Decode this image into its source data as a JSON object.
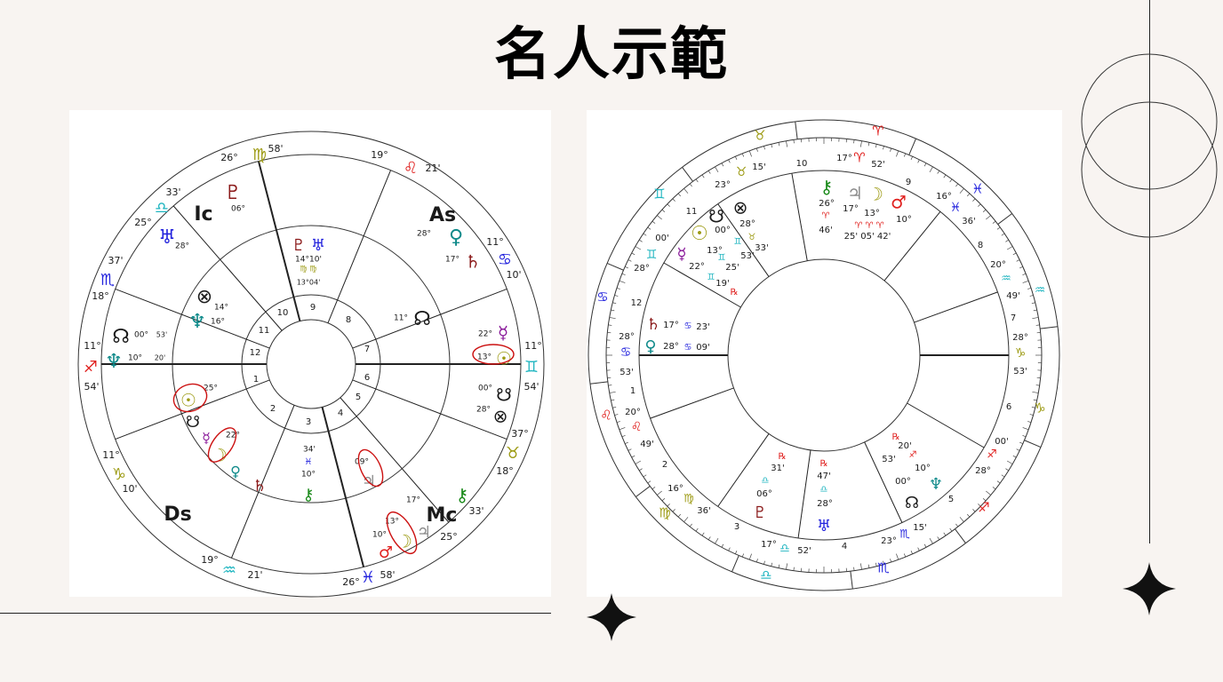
{
  "title": "名人示範",
  "palette": {
    "k": "#1a1a1a",
    "r": "#e0201e",
    "o": "#9c9a12",
    "c": "#1fb5c0",
    "b": "#2222dd",
    "dr": "#8b1a1a",
    "t": "#0f8a8a",
    "p": "#8a1a9a",
    "g": "#1a8a1a",
    "gr": "#8a8a8a"
  },
  "left_chart": {
    "labels": [
      {
        "t": "26°",
        "c": "k"
      },
      {
        "t": "♍",
        "c": "o"
      },
      {
        "t": "58'",
        "c": "k"
      },
      {
        "t": "19°",
        "c": "k"
      },
      {
        "t": "♌",
        "c": "r"
      },
      {
        "t": "21'",
        "c": "k"
      },
      {
        "t": "33'",
        "c": "k"
      },
      {
        "t": "♎",
        "c": "c"
      },
      {
        "t": "25°",
        "c": "k"
      },
      {
        "t": "37'",
        "c": "k"
      },
      {
        "t": "♏",
        "c": "b"
      },
      {
        "t": "18°",
        "c": "k"
      },
      {
        "t": "11°",
        "c": "k"
      },
      {
        "t": "♐",
        "c": "r"
      },
      {
        "t": "54'",
        "c": "k"
      },
      {
        "t": "11°",
        "c": "k"
      },
      {
        "t": "♑",
        "c": "o"
      },
      {
        "t": "10'",
        "c": "k"
      },
      {
        "t": "19°",
        "c": "k"
      },
      {
        "t": "♒",
        "c": "c"
      },
      {
        "t": "21'",
        "c": "k"
      },
      {
        "t": "26°",
        "c": "k"
      },
      {
        "t": "♓",
        "c": "b"
      },
      {
        "t": "58'",
        "c": "k"
      },
      {
        "t": "33'",
        "c": "k"
      },
      {
        "t": "25°",
        "c": "k"
      },
      {
        "t": "37°",
        "c": "k"
      },
      {
        "t": "♉",
        "c": "o"
      },
      {
        "t": "18°",
        "c": "k"
      },
      {
        "t": "11°",
        "c": "k"
      },
      {
        "t": "♊",
        "c": "c"
      },
      {
        "t": "54'",
        "c": "k"
      },
      {
        "t": "11°",
        "c": "k"
      },
      {
        "t": "♋",
        "c": "b"
      },
      {
        "t": "10'",
        "c": "k"
      },
      {
        "t": "Ic",
        "c": "k"
      },
      {
        "t": "As",
        "c": "k"
      },
      {
        "t": "Ds",
        "c": "k"
      },
      {
        "t": "Mc",
        "c": "k"
      },
      {
        "t": "♇",
        "c": "dr"
      },
      {
        "t": "06°",
        "c": "k"
      },
      {
        "t": "♅",
        "c": "b"
      },
      {
        "t": "28°",
        "c": "k"
      },
      {
        "t": "⊗",
        "c": "k"
      },
      {
        "t": "14°",
        "c": "k"
      },
      {
        "t": "♆",
        "c": "t"
      },
      {
        "t": "16°",
        "c": "k"
      },
      {
        "t": "☊",
        "c": "k"
      },
      {
        "t": "00°",
        "c": "k"
      },
      {
        "t": "53'",
        "c": "k"
      },
      {
        "t": "♆",
        "c": "t"
      },
      {
        "t": "10°",
        "c": "k"
      },
      {
        "t": "20'",
        "c": "k"
      },
      {
        "t": "♇",
        "c": "dr"
      },
      {
        "t": "♅",
        "c": "b"
      },
      {
        "t": "14°10'",
        "c": "k"
      },
      {
        "t": "♍ ♍",
        "c": "o"
      },
      {
        "t": "13°04'",
        "c": "k"
      },
      {
        "t": "♀",
        "c": "t"
      },
      {
        "t": "28°",
        "c": "k"
      },
      {
        "t": "♄",
        "c": "dr"
      },
      {
        "t": "17°",
        "c": "k"
      },
      {
        "t": "☊",
        "c": "k"
      },
      {
        "t": "11°",
        "c": "k"
      },
      {
        "t": "☿",
        "c": "p"
      },
      {
        "t": "22°",
        "c": "k"
      },
      {
        "t": "☉",
        "c": "o"
      },
      {
        "t": "13°",
        "c": "k"
      },
      {
        "t": "☋",
        "c": "k"
      },
      {
        "t": "00°",
        "c": "k"
      },
      {
        "t": "⊗",
        "c": "k"
      },
      {
        "t": "28°",
        "c": "k"
      },
      {
        "t": "☉",
        "c": "o"
      },
      {
        "t": "25°",
        "c": "k"
      },
      {
        "t": "☋",
        "c": "k"
      },
      {
        "t": "☿",
        "c": "p"
      },
      {
        "t": "☽",
        "c": "o"
      },
      {
        "t": "22°",
        "c": "k"
      },
      {
        "t": "♀",
        "c": "t"
      },
      {
        "t": "♄",
        "c": "dr"
      },
      {
        "t": "⚷",
        "c": "g"
      },
      {
        "t": "34'",
        "c": "k"
      },
      {
        "t": "♓",
        "c": "b"
      },
      {
        "t": "10°",
        "c": "k"
      },
      {
        "t": "♃",
        "c": "gr"
      },
      {
        "t": "09°",
        "c": "k"
      },
      {
        "t": "☽",
        "c": "o"
      },
      {
        "t": "13°",
        "c": "k"
      },
      {
        "t": "♂",
        "c": "r"
      },
      {
        "t": "10°",
        "c": "k"
      },
      {
        "t": "♃",
        "c": "gr"
      },
      {
        "t": "⚷",
        "c": "g"
      },
      {
        "t": "17°",
        "c": "k"
      }
    ],
    "houses": [
      "10",
      "9",
      "8",
      "7",
      "6",
      "5",
      "4",
      "3",
      "2",
      "1",
      "12",
      "11"
    ]
  },
  "right_chart": {
    "labels": [
      {
        "t": "♉",
        "c": "o"
      },
      {
        "t": "♈",
        "c": "r"
      },
      {
        "t": "♓",
        "c": "b"
      },
      {
        "t": "♒",
        "c": "c"
      },
      {
        "t": "♑",
        "c": "o"
      },
      {
        "t": "♐",
        "c": "r"
      },
      {
        "t": "♏",
        "c": "b"
      },
      {
        "t": "♎",
        "c": "c"
      },
      {
        "t": "♍",
        "c": "o"
      },
      {
        "t": "♌",
        "c": "r"
      },
      {
        "t": "♋",
        "c": "b"
      },
      {
        "t": "♊",
        "c": "c"
      },
      {
        "t": "23°",
        "c": "k"
      },
      {
        "t": "♉",
        "c": "o"
      },
      {
        "t": "15'",
        "c": "k"
      },
      {
        "t": "17°",
        "c": "k"
      },
      {
        "t": "♈",
        "c": "r"
      },
      {
        "t": "52'",
        "c": "k"
      },
      {
        "t": "16°",
        "c": "k"
      },
      {
        "t": "♓",
        "c": "b"
      },
      {
        "t": "36'",
        "c": "k"
      },
      {
        "t": "20°",
        "c": "k"
      },
      {
        "t": "♒",
        "c": "c"
      },
      {
        "t": "49'",
        "c": "k"
      },
      {
        "t": "28°",
        "c": "k"
      },
      {
        "t": "♑",
        "c": "o"
      },
      {
        "t": "53'",
        "c": "k"
      },
      {
        "t": "00'",
        "c": "k"
      },
      {
        "t": "♐",
        "c": "r"
      },
      {
        "t": "28°",
        "c": "k"
      },
      {
        "t": "15'",
        "c": "k"
      },
      {
        "t": "♏",
        "c": "b"
      },
      {
        "t": "23°",
        "c": "k"
      },
      {
        "t": "52'",
        "c": "k"
      },
      {
        "t": "♎",
        "c": "c"
      },
      {
        "t": "17°",
        "c": "k"
      },
      {
        "t": "36'",
        "c": "k"
      },
      {
        "t": "♍",
        "c": "o"
      },
      {
        "t": "16°",
        "c": "k"
      },
      {
        "t": "49'",
        "c": "k"
      },
      {
        "t": "♌",
        "c": "r"
      },
      {
        "t": "20°",
        "c": "k"
      },
      {
        "t": "53'",
        "c": "k"
      },
      {
        "t": "♋",
        "c": "b"
      },
      {
        "t": "28°",
        "c": "k"
      },
      {
        "t": "28°",
        "c": "k"
      },
      {
        "t": "♊",
        "c": "c"
      },
      {
        "t": "00'",
        "c": "k"
      },
      {
        "t": "⚷",
        "c": "g"
      },
      {
        "t": "26°",
        "c": "k"
      },
      {
        "t": "♈",
        "c": "r"
      },
      {
        "t": "46'",
        "c": "k"
      },
      {
        "t": "♃",
        "c": "gr"
      },
      {
        "t": "17°",
        "c": "k"
      },
      {
        "t": "☽",
        "c": "o"
      },
      {
        "t": "13°",
        "c": "k"
      },
      {
        "t": "♂",
        "c": "r"
      },
      {
        "t": "10°",
        "c": "k"
      },
      {
        "t": "♈ ♈ ♈",
        "c": "r"
      },
      {
        "t": "25' 05' 42'",
        "c": "k"
      },
      {
        "t": "☋",
        "c": "k"
      },
      {
        "t": "⊗",
        "c": "k"
      },
      {
        "t": "28°",
        "c": "k"
      },
      {
        "t": "00°",
        "c": "k"
      },
      {
        "t": "♉",
        "c": "o"
      },
      {
        "t": "33'",
        "c": "k"
      },
      {
        "t": "☉",
        "c": "o"
      },
      {
        "t": "13°",
        "c": "k"
      },
      {
        "t": "♊",
        "c": "c"
      },
      {
        "t": "53'",
        "c": "k"
      },
      {
        "t": "☿",
        "c": "p"
      },
      {
        "t": "22°",
        "c": "k"
      },
      {
        "t": "♊",
        "c": "c"
      },
      {
        "t": "25'",
        "c": "k"
      },
      {
        "t": "♊",
        "c": "c"
      },
      {
        "t": "19'",
        "c": "k"
      },
      {
        "t": "℞",
        "c": "r"
      },
      {
        "t": "♄",
        "c": "dr"
      },
      {
        "t": "17°",
        "c": "k"
      },
      {
        "t": "♋",
        "c": "b"
      },
      {
        "t": "23'",
        "c": "k"
      },
      {
        "t": "♀",
        "c": "t"
      },
      {
        "t": "28°",
        "c": "k"
      },
      {
        "t": "♋",
        "c": "b"
      },
      {
        "t": "09'",
        "c": "k"
      },
      {
        "t": "℞",
        "c": "r"
      },
      {
        "t": "31'",
        "c": "k"
      },
      {
        "t": "♎",
        "c": "c"
      },
      {
        "t": "06°",
        "c": "k"
      },
      {
        "t": "♇",
        "c": "dr"
      },
      {
        "t": "℞",
        "c": "r"
      },
      {
        "t": "47'",
        "c": "k"
      },
      {
        "t": "♎",
        "c": "c"
      },
      {
        "t": "28°",
        "c": "k"
      },
      {
        "t": "♅",
        "c": "b"
      },
      {
        "t": "℞",
        "c": "r"
      },
      {
        "t": "20'",
        "c": "k"
      },
      {
        "t": "53'",
        "c": "k"
      },
      {
        "t": "♐",
        "c": "r"
      },
      {
        "t": "10°",
        "c": "k"
      },
      {
        "t": "00°",
        "c": "k"
      },
      {
        "t": "♆",
        "c": "t"
      },
      {
        "t": "☊",
        "c": "k"
      }
    ],
    "houses": [
      "10",
      "9",
      "8",
      "7",
      "6",
      "5",
      "4",
      "3",
      "2",
      "1",
      "12",
      "11"
    ]
  }
}
